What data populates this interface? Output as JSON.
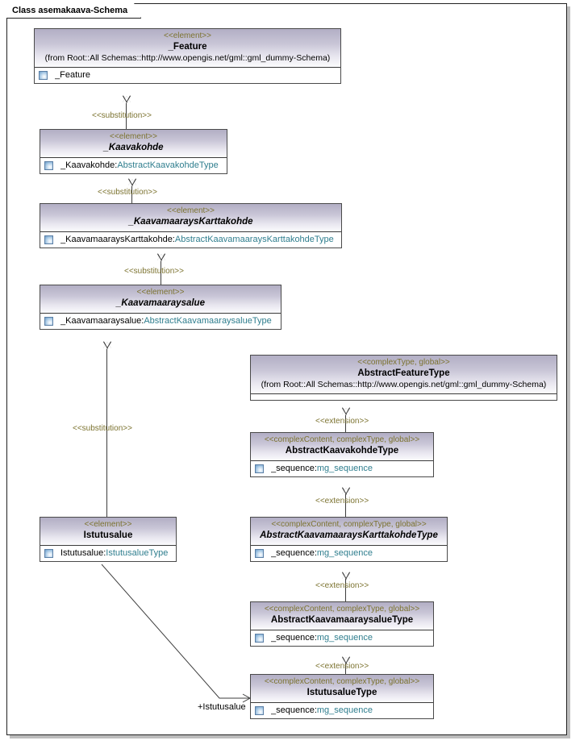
{
  "frame": {
    "title": "Class asemakaava-Schema"
  },
  "nodes": [
    {
      "id": "feature",
      "stereotype": "<<element>>",
      "name": "_Feature",
      "from": "(from Root::All Schemas::http://www.opengis.net/gml::gml_dummy-Schema)",
      "attributes": [
        {
          "name": "_Feature",
          "type": ""
        }
      ]
    },
    {
      "id": "kaavakohde",
      "stereotype": "<<element>>",
      "name": "_Kaavakohde",
      "from": "",
      "attributes": [
        {
          "name": "_Kaavakohde:",
          "type": "AbstractKaavakohdeType"
        }
      ]
    },
    {
      "id": "kaavamaarayskarttakohde",
      "stereotype": "<<element>>",
      "name": "_KaavamaaraysKarttakohde",
      "from": "",
      "attributes": [
        {
          "name": "_KaavamaaraysKarttakohde:",
          "type": "AbstractKaavamaaraysKarttakohdeType"
        }
      ]
    },
    {
      "id": "kaavamaaraysalue",
      "stereotype": "<<element>>",
      "name": "_Kaavamaaraysalue",
      "from": "",
      "attributes": [
        {
          "name": "_Kaavamaaraysalue:",
          "type": "AbstractKaavamaaraysalueType"
        }
      ]
    },
    {
      "id": "istutusalue",
      "stereotype": "<<element>>",
      "name": "Istutusalue",
      "from": "",
      "attributes": [
        {
          "name": "Istutusalue:",
          "type": "IstutusalueType"
        }
      ]
    },
    {
      "id": "abstractfeaturetype",
      "stereotype": "<<complexType, global>>",
      "name": "AbstractFeatureType",
      "from": "(from Root::All Schemas::http://www.opengis.net/gml::gml_dummy-Schema)",
      "attributes": []
    },
    {
      "id": "abstractkaavakohdetype",
      "stereotype": "<<complexContent, complexType, global>>",
      "name": "AbstractKaavakohdeType",
      "from": "",
      "attributes": [
        {
          "name": "_sequence:",
          "type": "mg_sequence"
        }
      ]
    },
    {
      "id": "abstractkaavamaarayskarttakohdetype",
      "stereotype": "<<complexContent, complexType, global>>",
      "name": "AbstractKaavamaaraysKarttakohdeType",
      "from": "",
      "attributes": [
        {
          "name": "_sequence:",
          "type": "mg_sequence"
        }
      ]
    },
    {
      "id": "abstractkaavamaaraysaluetype",
      "stereotype": "<<complexContent, complexType, global>>",
      "name": "AbstractKaavamaaraysalueType",
      "from": "",
      "attributes": [
        {
          "name": "_sequence:",
          "type": "mg_sequence"
        }
      ]
    },
    {
      "id": "istutusaluetype",
      "stereotype": "<<complexContent, complexType, global>>",
      "name": "IstutusalueType",
      "from": "",
      "attributes": [
        {
          "name": "_sequence:",
          "type": "mg_sequence"
        }
      ]
    }
  ],
  "connector_labels": {
    "substitution_1": "<<substitution>>",
    "substitution_2": "<<substitution>>",
    "substitution_3": "<<substitution>>",
    "substitution_4": "<<substitution>>",
    "extension_1": "<<extension>>",
    "extension_2": "<<extension>>",
    "extension_3": "<<extension>>",
    "extension_4": "<<extension>>",
    "association_role": "+Istutusalue"
  },
  "colors": {
    "stereotype": "#7c7330",
    "type_name": "#2f7e8e",
    "header_gradient_top": "#b2aec4",
    "header_gradient_bottom": "#fbfbfd",
    "border": "#4a4a4a",
    "connector": "#3d3d3d",
    "shadow": "#bdbdbd"
  }
}
